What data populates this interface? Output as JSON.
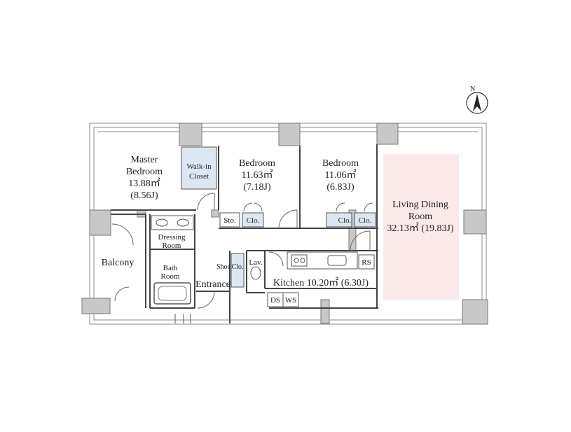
{
  "rooms": {
    "master_bedroom": {
      "name_1": "Master",
      "name_2": "Bedroom",
      "area": "13.88㎡",
      "jo": "(8.56J)"
    },
    "walk_in_closet": {
      "name_1": "Walk-in",
      "name_2": "Closet"
    },
    "bedroom_1": {
      "name": "Bedroom",
      "area": "11.63㎡",
      "jo": "(7.18J)"
    },
    "bedroom_2": {
      "name": "Bedroom",
      "area": "11.06㎡",
      "jo": "(6.83J)"
    },
    "living_dining": {
      "name_1": "Living Dining",
      "name_2": "Room",
      "area": "32.13㎡ (19.83J)"
    },
    "dressing_room": {
      "name_1": "Dressing",
      "name_2": "Room"
    },
    "bath_room": {
      "name_1": "Bath",
      "name_2": "Room"
    },
    "balcony": {
      "name": "Balcony"
    },
    "entrance": {
      "name": "Entrance"
    },
    "kitchen": {
      "label": "Kitchen 10.20㎡ (6.30J)"
    }
  },
  "fixtures": {
    "storage": "Sto.",
    "closet_b1": "Clo.",
    "closet_b2a": "Clo.",
    "closet_b2b": "Clo.",
    "shoe_closet_1": "Shoe",
    "shoe_closet_2": "Clo.",
    "lavatory": "Lav.",
    "refrigerator_space": "RS",
    "dish_storage": "DS",
    "washing_storage": "WS"
  },
  "compass": {
    "label": "N"
  },
  "colors": {
    "wall": "#c8c8c8",
    "wall_stroke": "#777777",
    "closet_fill": "#dbe8f3",
    "living_highlight": "#fbe9ea"
  }
}
